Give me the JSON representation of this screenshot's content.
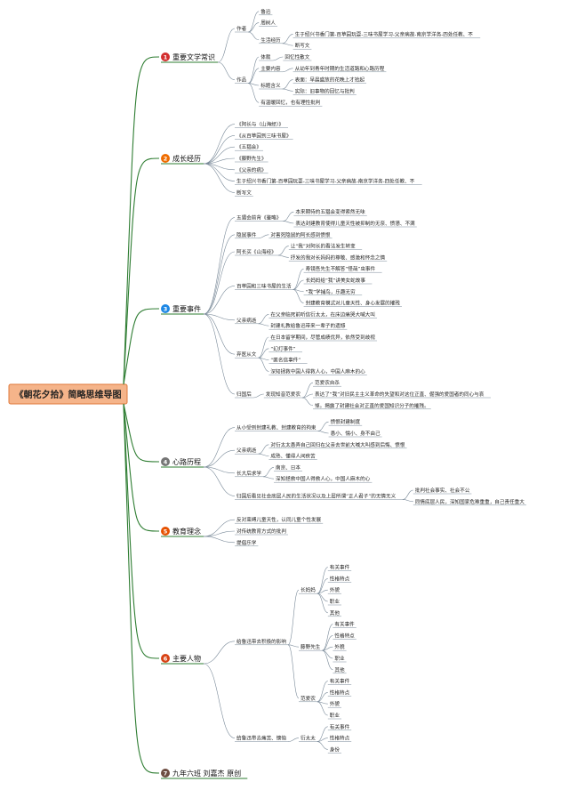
{
  "root": "《朝花夕拾》简略思维导图",
  "colors": {
    "branch_line": "#2e7d32",
    "sub_line": "#7a8a99",
    "root_fill": "#f5b48a",
    "root_border": "#e07a3c",
    "badges": [
      "#d32f2f",
      "#ef6c00",
      "#1e88e5",
      "#757575",
      "#e65100",
      "#d84315",
      "#6d4c41"
    ]
  },
  "categories": [
    {
      "num": "1",
      "label": "重要文学常识",
      "nodes": [
        {
          "text": "作者",
          "children": [
            {
              "text": "鲁迅"
            },
            {
              "text": "周树人"
            },
            {
              "text": "生活经历",
              "children": [
                {
                  "text": "生于绍兴书香门第-百草园玩耍-三味书屋学习-父亲病故-南京学洋务-四处任教、不"
                },
                {
                  "text": "断写文"
                }
              ]
            }
          ]
        },
        {
          "text": "作品",
          "children": [
            {
              "text": "体裁",
              "children": [
                {
                  "text": "回忆性散文"
                }
              ]
            },
            {
              "text": "主要内容",
              "children": [
                {
                  "text": "从幼年到青年时期的生活道路和心路历程"
                }
              ]
            },
            {
              "text": "标题含义",
              "children": [
                {
                  "text": "表面：早晨盛放的花晚上才拾起"
                },
                {
                  "text": "实际：旧事物的回忆与批判"
                }
              ]
            },
            {
              "text": "有温暖回忆，也有理性批判"
            }
          ]
        }
      ]
    },
    {
      "num": "2",
      "label": "成长经历",
      "nodes": [
        {
          "text": "《阿长与〈山海经〉》"
        },
        {
          "text": "《从百草园到三味书屋》"
        },
        {
          "text": "《五猖会》"
        },
        {
          "text": "《藤野先生》"
        },
        {
          "text": "《父亲的病》"
        },
        {
          "text": "生于绍兴书香门第-百草园玩耍-三味书屋学习-父亲病故-南京学洋务-四处任教、不"
        },
        {
          "text": "断写文"
        }
      ]
    },
    {
      "num": "3",
      "label": "重要事件",
      "nodes": [
        {
          "text": "五猖会前背《鉴略》",
          "children": [
            {
              "text": "本来期待的五猖会变得索然无味"
            },
            {
              "text": "表达封建教育使得儿童天性被抑制的无奈、愤懑、不满"
            }
          ]
        },
        {
          "text": "隐鼠事件",
          "children": [
            {
              "text": "对害死隐鼠的阿长感到愤恨"
            }
          ]
        },
        {
          "text": "阿长买《山海经》",
          "children": [
            {
              "text": "让“我”对阿长的看法发生转变"
            },
            {
              "text": "抒发的我对长妈妈的尊敬、感激和怀念之情"
            }
          ]
        },
        {
          "text": "百草园和三味书屋的生活",
          "children": [
            {
              "text": "寿镜吾先生不解答“怪哉”虫事件"
            },
            {
              "text": "长妈妈给“我”讲美女蛇故事"
            },
            {
              "text": "“我”学捕鸟，乐趣无穷"
            },
            {
              "text": "封建教育模式对儿童天性、身心发展的摧残"
            }
          ]
        },
        {
          "text": "父亲病逝",
          "children": [
            {
              "text": "在父亲临死前听信衍太太，在床边痛哭大喊大叫"
            },
            {
              "text": "封建礼教给鲁迅带来一辈子的遗憾"
            }
          ]
        },
        {
          "text": "弃医从文",
          "children": [
            {
              "text": "在日本留学期间，尽管成绩优异，依然受到歧视"
            },
            {
              "text": "“幻灯事件”"
            },
            {
              "text": "“匿名信事件”"
            },
            {
              "text": "深知拯救中国人得救人心，中国人麻木的心"
            }
          ]
        },
        {
          "text": "归国后",
          "children": [
            {
              "text": "发现知音范爱农",
              "children": [
                {
                  "text": "范爱农自杀"
                },
                {
                  "text": "表达了“我”对旧民主主义革命的失望和对这位正直、倔强的爱国者的同心与哀"
                },
                {
                  "text": "悼。揭露了封建社会对正直的爱国知识分子的摧残。"
                }
              ]
            }
          ]
        }
      ]
    },
    {
      "num": "4",
      "label": "心路历程",
      "nodes": [
        {
          "text": "从小受到封建礼教、封建教育的拘束",
          "children": [
            {
              "text": "愤恨封建制度"
            },
            {
              "text": "愚小、懦小、身不由己"
            }
          ]
        },
        {
          "text": "父亲病逝",
          "children": [
            {
              "text": "对衍太太愚弄自己回归在父亲去世前大喊大叫感到后悔、愤恨"
            },
            {
              "text": "成熟、懂得人间疾苦"
            }
          ]
        },
        {
          "text": "长大后求学",
          "children": [
            {
              "text": "南京、日本"
            },
            {
              "text": "深知拯救中国人得救人心，中国人麻木的心"
            }
          ]
        },
        {
          "text": "归国后看见社会底层人民的生活状况以及上层所谓“正人君子”的无情无义",
          "children": [
            {
              "text": "批判社会事实、社会不公"
            },
            {
              "text": "同情底层人民，深知国家危难重重，自己责任重大"
            }
          ]
        }
      ]
    },
    {
      "num": "5",
      "label": "教育理念",
      "nodes": [
        {
          "text": "反对束缚儿童天性，认同儿童个性发展"
        },
        {
          "text": "对传统教育方式的批判"
        },
        {
          "text": "提倡乐学"
        }
      ]
    },
    {
      "num": "6",
      "label": "主要人物",
      "nodes": [
        {
          "text": "给鲁迅带去积极的影响",
          "children": [
            {
              "text": "长妈妈",
              "children": [
                {
                  "text": "有关事件"
                },
                {
                  "text": "性格特点"
                },
                {
                  "text": "外貌"
                },
                {
                  "text": "职业"
                },
                {
                  "text": "其他"
                }
              ]
            },
            {
              "text": "藤野先生",
              "children": [
                {
                  "text": "有关事件"
                },
                {
                  "text": "性格特点"
                },
                {
                  "text": "外貌"
                },
                {
                  "text": "职业"
                },
                {
                  "text": "其他"
                }
              ]
            },
            {
              "text": "范爱农",
              "children": [
                {
                  "text": "有关事件"
                },
                {
                  "text": "性格特点"
                },
                {
                  "text": "外貌"
                },
                {
                  "text": "职业"
                }
              ]
            }
          ]
        },
        {
          "text": "给鲁迅带去痛苦、懊恼",
          "children": [
            {
              "text": "衍太太",
              "children": [
                {
                  "text": "有关事件"
                },
                {
                  "text": "性格特点"
                },
                {
                  "text": "身份"
                }
              ]
            }
          ]
        }
      ]
    },
    {
      "num": "7",
      "label": "九年六班 刘嘉杰 原创",
      "nodes": []
    }
  ]
}
